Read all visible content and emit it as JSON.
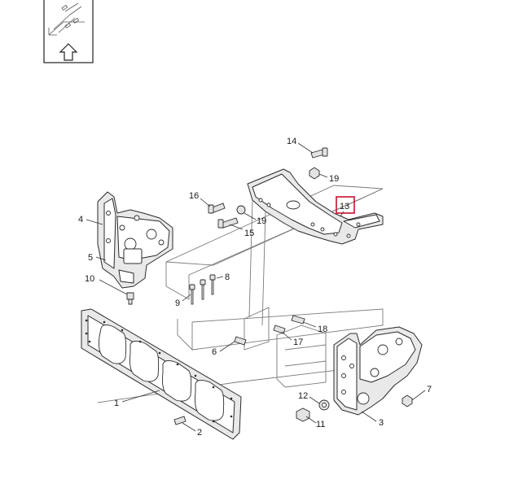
{
  "nav_icon": {
    "name": "vehicle-location-icon",
    "arrow": "up-arrow-icon"
  },
  "callouts": [
    {
      "id": "1",
      "label": "1"
    },
    {
      "id": "2",
      "label": "2"
    },
    {
      "id": "3",
      "label": "3"
    },
    {
      "id": "4",
      "label": "4"
    },
    {
      "id": "5",
      "label": "5"
    },
    {
      "id": "6",
      "label": "6"
    },
    {
      "id": "7",
      "label": "7"
    },
    {
      "id": "8",
      "label": "8"
    },
    {
      "id": "9",
      "label": "9"
    },
    {
      "id": "10",
      "label": "10"
    },
    {
      "id": "11",
      "label": "11"
    },
    {
      "id": "12",
      "label": "12"
    },
    {
      "id": "13",
      "label": "13"
    },
    {
      "id": "14",
      "label": "14"
    },
    {
      "id": "15",
      "label": "15"
    },
    {
      "id": "16",
      "label": "16"
    },
    {
      "id": "17",
      "label": "17"
    },
    {
      "id": "18",
      "label": "18"
    },
    {
      "id": "19a",
      "label": "19"
    },
    {
      "id": "19b",
      "label": "19"
    }
  ],
  "highlighted": "13",
  "colors": {
    "highlight": "#c8102e",
    "line": "#2a2a2a"
  }
}
